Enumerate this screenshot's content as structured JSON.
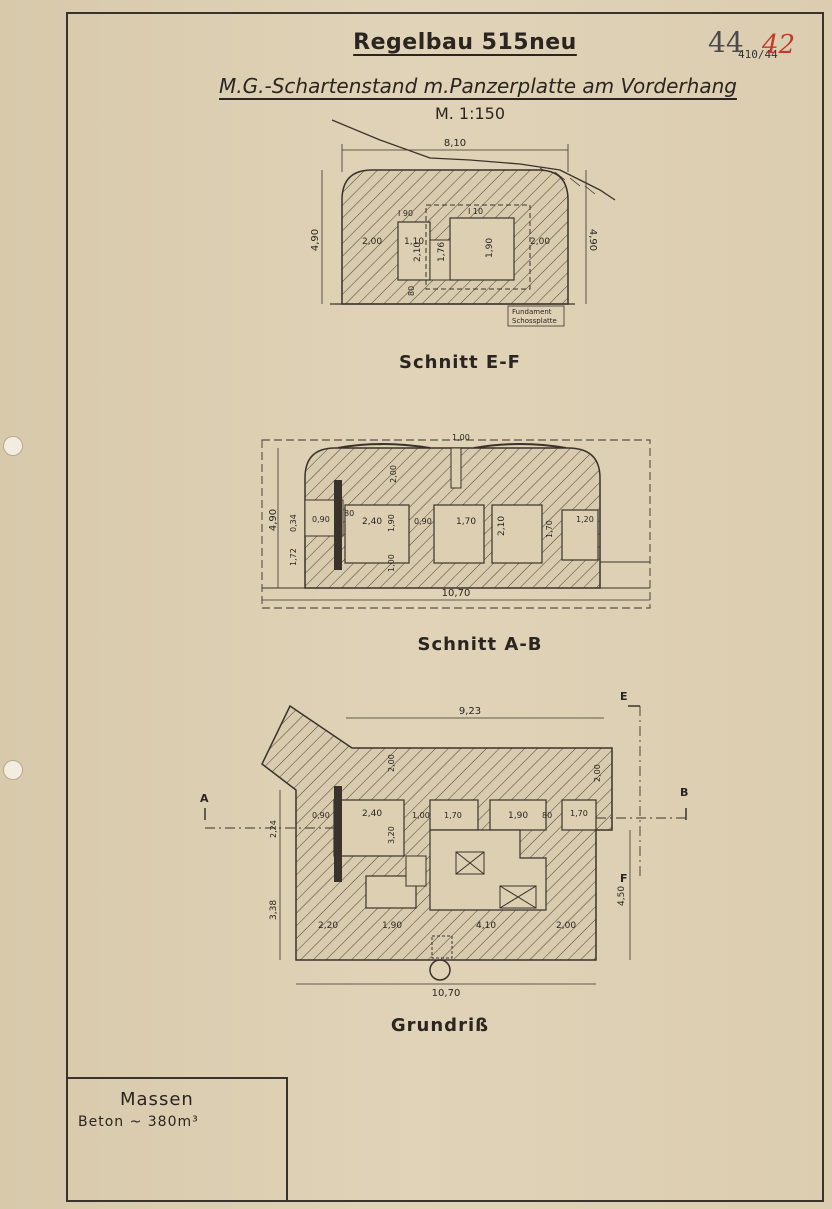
{
  "header": {
    "title": "Regelbau 515neu",
    "subtitle": "M.G.-Schartenstand m.Panzerplatte am Vorderhang",
    "scale": "M. 1:150",
    "sheet_number": "44",
    "register_number": "410/44",
    "pen_mark": "42"
  },
  "section_ef": {
    "caption": "Schnitt E-F",
    "dims": {
      "width": "8,10",
      "height_left": "4,90",
      "height_right": "4,90",
      "d1": "2,00",
      "d2": "1,10",
      "d3": "2,10",
      "d4": "1,76",
      "d5": "1,90",
      "d6": "2,00",
      "d7": "I 90",
      "d8": "I 10",
      "d9": "80"
    },
    "note_line1": "Fundament",
    "note_line2": "Schossplatte"
  },
  "section_ab": {
    "caption": "Schnitt A-B",
    "dims": {
      "width": "10,70",
      "height": "4,90",
      "top": "1,00",
      "d1": "2,00",
      "d2": "0,90",
      "d3": "2,40",
      "d4": "1,70",
      "d5": "2,10",
      "d6": "1,70",
      "d7": "1,20",
      "d8": "1,90",
      "d9": "1,00",
      "d10": "0,90",
      "d11": "80",
      "d12": "1,72",
      "d13": "0,34"
    }
  },
  "grundriss": {
    "caption": "Grundriß",
    "dims": {
      "width_top": "9,23",
      "width_bottom": "10,70",
      "d1": "2,00",
      "d2": "0,90",
      "d3": "2,40",
      "d4": "1,70",
      "d5": "1,90",
      "d6": "1,70",
      "d7": "2,20",
      "d8": "1,90",
      "d9": "4,10",
      "d10": "2,00",
      "d11": "3,38",
      "d12": "4,50",
      "d13": "2,24",
      "d14": "2,00",
      "d15": "1,00",
      "d16": "80",
      "d17": "3,20"
    },
    "markers": {
      "a": "A",
      "b": "B",
      "e": "E",
      "f": "F"
    }
  },
  "massen": {
    "title": "Massen",
    "value": "Beton  ~  380m³"
  }
}
